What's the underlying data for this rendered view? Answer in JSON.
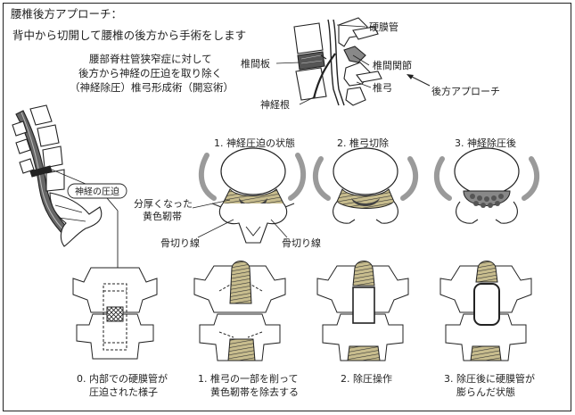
{
  "title": "腰椎後方アプローチ：",
  "subtitle": "背中から切開して腰椎の後方から手術をします",
  "description": [
    "腰部脊柱管狭窄症に対して",
    "後方から神経の圧迫を取り除く",
    "（神経除圧）椎弓形成術（開窓術）"
  ],
  "labels": {
    "dura": "硬膜管",
    "disc": "椎間板",
    "facet": "椎間関節",
    "lamina": "椎弓",
    "nerve_root": "神経根",
    "posterior_approach": "後方アプローチ",
    "compression": "神経の圧迫",
    "lf_line1": "分厚くなった",
    "lf_line2": "黄色靭帯",
    "osteotomy": "骨切り線"
  },
  "cross_sections": [
    "1. 神経圧迫の状態",
    "2. 椎弓切除",
    "3. 神経除圧後"
  ],
  "posterior_views": [
    [
      "0. 内部での硬膜管が",
      "圧迫された様子"
    ],
    [
      "1. 椎弓の一部を削って",
      "黄色靭帯を除去する"
    ],
    [
      "2. 除圧操作"
    ],
    [
      "3. 除圧後に硬膜管が",
      "膨らんだ状態"
    ]
  ],
  "colors": {
    "ink": "#222222",
    "ligament": "#c8bd8e",
    "dura_gray": "#9a9a9a",
    "compressed": "#444444"
  }
}
